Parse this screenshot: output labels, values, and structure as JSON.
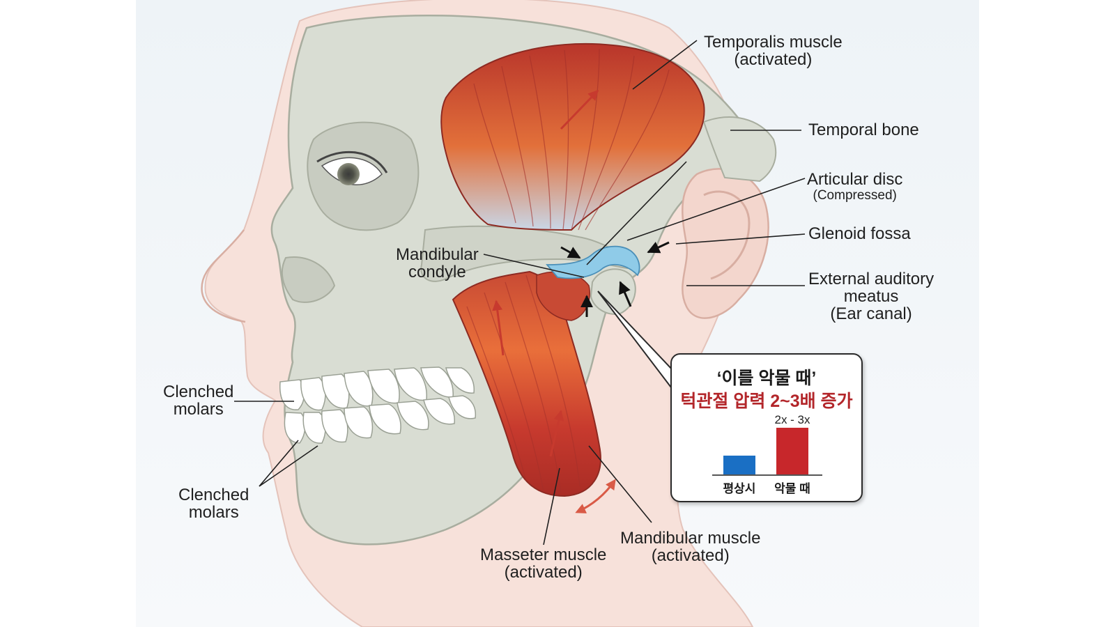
{
  "labels": {
    "temporalis": [
      "Temporalis muscle",
      "(activated)"
    ],
    "temporal_bone": [
      "Temporal bone"
    ],
    "articular_disc": [
      "Articular disc",
      "(Compressed)"
    ],
    "glenoid_fossa": [
      "Glenoid fossa"
    ],
    "auditory_meatus": [
      "External auditory",
      "meatus",
      "(Ear canal)"
    ],
    "mandibular_condyle": [
      "Mandibular",
      "condyle"
    ],
    "clenched_molars_upper": [
      "Clenched",
      "molars"
    ],
    "clenched_molars_lower": [
      "Clenched",
      "molars"
    ],
    "masseter": [
      "Masseter muscle",
      "(activated)"
    ],
    "mandibular_muscle": [
      "Mandibular muscle",
      "(activated)"
    ]
  },
  "info_box": {
    "title": "‘이를 악물 때’",
    "subtitle": "턱관절 압력 2~3배 증가",
    "multiplier": "2x - 3x",
    "chart_data": {
      "type": "bar",
      "categories": [
        "평상시",
        "악물 때"
      ],
      "values": [
        1,
        2.5
      ],
      "ylim": [
        0,
        2.6
      ],
      "colors": [
        "#1a6fc4",
        "#c7272b"
      ]
    }
  },
  "colors": {
    "muscle": "#c73a2e",
    "muscle_light": "#ee7a3a",
    "bone": "#d9ddd3",
    "skin": "#f6dcd4",
    "disc": "#8fcbe8",
    "pressure": "#c7272b",
    "normal": "#1a6fc4"
  }
}
